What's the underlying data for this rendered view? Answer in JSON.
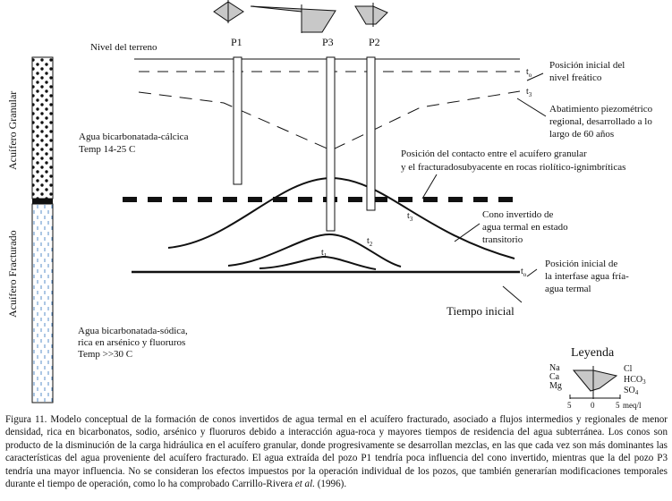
{
  "labels": {
    "nivel_terreno": "Nivel del terreno",
    "p1": "P1",
    "p2": "P2",
    "p3": "P3",
    "acuifero_granular": "Acuífero Granular",
    "acuifero_fracturado": "Acuífero Fracturado",
    "agua_calcica": [
      "Agua bicarbonatada-cálcica",
      "Temp 14-25 C"
    ],
    "agua_sodica": [
      "Agua bicarbonatada-sódica,",
      "rica en arsénico y fluoruros",
      "Temp >>30 C"
    ],
    "posicion_freatico": [
      "Posición inicial del",
      "nivel freático"
    ],
    "abatimiento": [
      "Abatimiento piezométrico",
      "regional, desarrollado a lo",
      "largo de 60 años"
    ],
    "contacto": [
      "Posición del contacto entre el acuífero granular",
      "y el fracturadosubyacente en rocas riolítico-ignimbríticas"
    ],
    "cono": [
      "Cono invertido de",
      "agua termal en estado",
      "transitorio"
    ],
    "interfase": [
      "Posición inicial de",
      "la interfase agua fría-",
      "agua termal"
    ],
    "tiempo_inicial": "Tiempo inicial",
    "t0": "t",
    "t0_sub": "o",
    "t1": "t",
    "t1_sub": "1",
    "t2": "t",
    "t2_sub": "2",
    "t3": "t",
    "t3_sub": "3"
  },
  "legend": {
    "title": "Leyenda",
    "left": [
      "Na",
      "Ca",
      "Mg"
    ],
    "right_cl": "Cl",
    "right_hco": "HCO",
    "right_hco_sub": "3",
    "right_so": "SO",
    "right_so_sub": "4",
    "scale": [
      "5",
      "0",
      "5"
    ],
    "unit": "meq/l"
  },
  "caption": {
    "main": "Figura 11. Modelo conceptual de la formación de conos invertidos de agua termal en el acuífero fracturado, asociado a flujos intermedios y regionales de menor densidad, rica en bicarbonatos, sodio, arsénico y fluoruros debido a interacción agua-roca y mayores tiempos de residencia del agua subterránea. Los conos son producto de la disminución de la carga hidráulica en el acuífero granular, donde progresivamente se desarrollan mezclas, en las que cada vez son más dominantes las características del agua proveniente del acuífero fracturado. El agua extraída del pozo P1 tendría poca influencia del cono invertido, mientras que la del pozo P3 tendría una mayor influencia. No se consideran los efectos impuestos por la operación individual de los pozos, que también generarían modificaciones temporales durante el tiempo de operación, como lo ha comprobado Carrillo-Rivera ",
    "etal": "et al.",
    "tail": " (1996)."
  }
}
